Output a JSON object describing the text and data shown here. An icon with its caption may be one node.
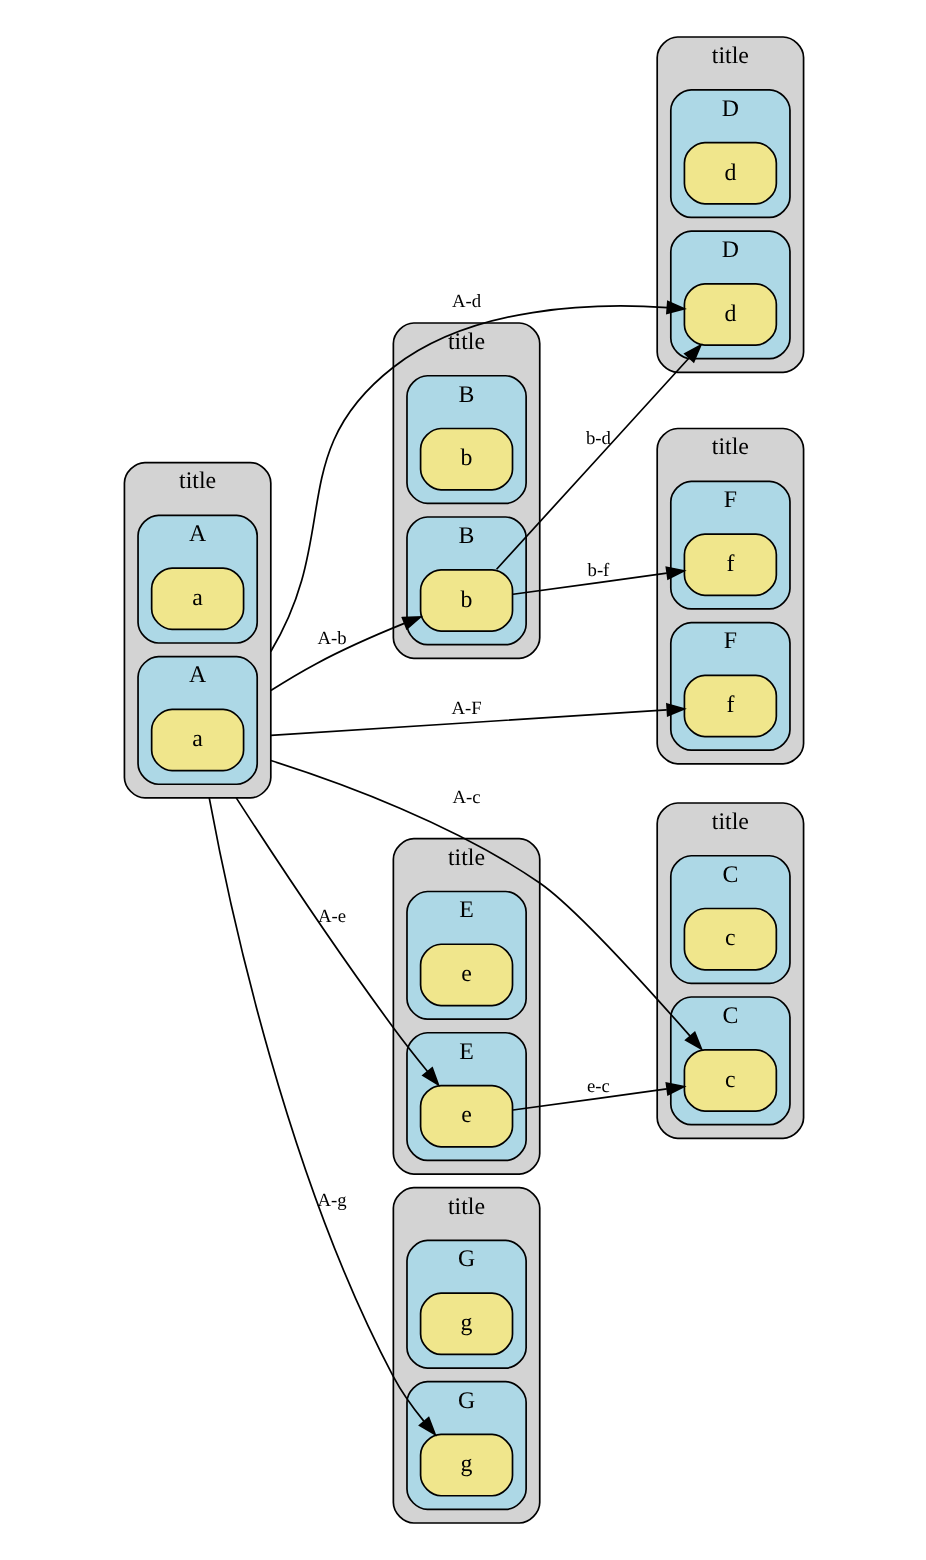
{
  "diagram": {
    "nodes": [
      {
        "text": [
          "title"
        ]
      },
      {
        "text": [
          "A"
        ],
        "in": 0
      },
      {
        "text": [
          "a"
        ],
        "in": 1
      },
      {
        "text": [
          "A"
        ],
        "in": 0
      },
      {
        "text": [
          "a"
        ],
        "in": 3
      },
      {
        "text": [
          "title"
        ]
      },
      {
        "text": [
          "B"
        ],
        "in": 5
      },
      {
        "text": [
          "b"
        ],
        "in": 6
      },
      {
        "text": [
          "B"
        ],
        "in": 5
      },
      {
        "text": [
          "b"
        ],
        "in": 8
      },
      {
        "text": [
          "title"
        ]
      },
      {
        "text": [
          "E"
        ],
        "in": 10
      },
      {
        "text": [
          "e"
        ],
        "in": 11
      },
      {
        "text": [
          "E"
        ],
        "in": 10
      },
      {
        "text": [
          "e"
        ],
        "in": 13
      },
      {
        "text": [
          "title"
        ]
      },
      {
        "text": [
          "G"
        ],
        "in": 15
      },
      {
        "text": [
          "g"
        ],
        "in": 16
      },
      {
        "text": [
          "G"
        ],
        "in": 15
      },
      {
        "text": [
          "g"
        ],
        "in": 18
      },
      {
        "text": [
          "title"
        ]
      },
      {
        "text": [
          "D"
        ],
        "in": 20
      },
      {
        "text": [
          "d"
        ],
        "in": 21
      },
      {
        "text": [
          "D"
        ],
        "in": 20
      },
      {
        "text": [
          "d"
        ],
        "in": 23
      },
      {
        "text": [
          "title"
        ]
      },
      {
        "text": [
          "F"
        ],
        "in": 25
      },
      {
        "text": [
          "f"
        ],
        "in": 26
      },
      {
        "text": [
          "F"
        ],
        "in": 25
      },
      {
        "text": [
          "f"
        ],
        "in": 28
      },
      {
        "text": [
          "title"
        ]
      },
      {
        "text": [
          "C"
        ],
        "in": 30
      },
      {
        "text": [
          "c"
        ],
        "in": 31
      },
      {
        "text": [
          "C"
        ],
        "in": 30
      },
      {
        "text": [
          "c"
        ],
        "in": 33
      }
    ],
    "edges": [
      {
        "from": 0,
        "to": 24,
        "arrow": "to",
        "label": "A-d"
      },
      {
        "from": 0,
        "to": 9,
        "arrow": "to",
        "label": "A-b"
      },
      {
        "from": 9,
        "to": 24,
        "arrow": "to",
        "label": "b-d"
      },
      {
        "from": 9,
        "to": 29,
        "arrow": "to",
        "label": "b-f"
      },
      {
        "from": 0,
        "to": 27,
        "arrow": "to",
        "label": "A-F"
      },
      {
        "from": 0,
        "to": 34,
        "arrow": "to",
        "label": "A-c"
      },
      {
        "from": 0,
        "to": 14,
        "arrow": "to",
        "label": "A-e"
      },
      {
        "from": 14,
        "to": 34,
        "arrow": "to",
        "label": "e-c"
      },
      {
        "from": 0,
        "to": 19,
        "arrow": "to",
        "label": "A-g"
      }
    ]
  }
}
